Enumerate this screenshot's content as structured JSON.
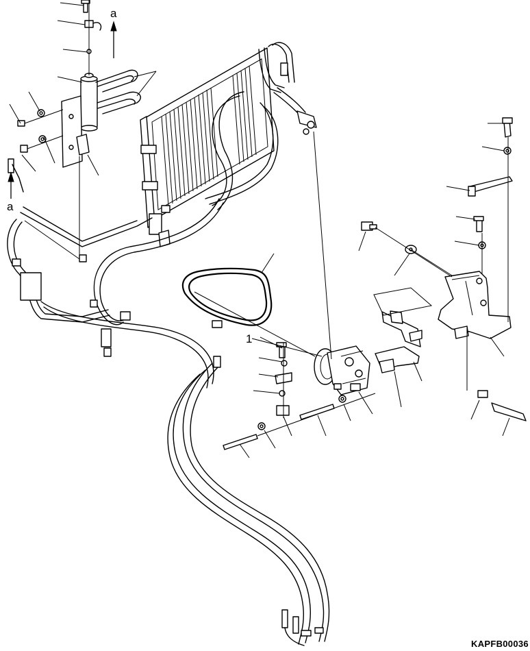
{
  "diagram": {
    "ref_label_top": "a",
    "ref_label_left": "a",
    "item_number": "1",
    "drawing_code": "KAPFB00036"
  }
}
